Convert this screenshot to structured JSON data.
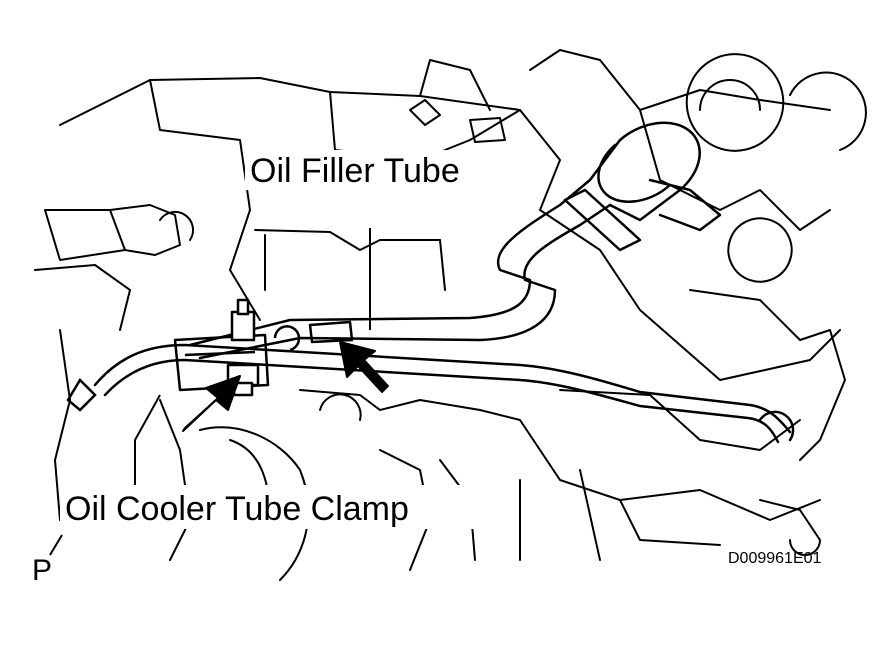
{
  "labels": {
    "oil_filler_tube": "Oil Filler Tube",
    "oil_cooler_tube_clamp": "Oil Cooler Tube Clamp",
    "view_marker": "P",
    "figure_code": "D009961E01"
  },
  "colors": {
    "line": "#000000",
    "background": "#ffffff"
  },
  "icons": [
    "arrow-icon",
    "arrow-icon"
  ]
}
